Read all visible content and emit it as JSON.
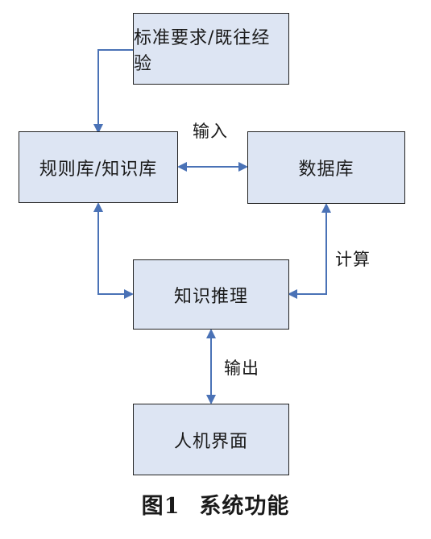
{
  "diagram": {
    "colors": {
      "node_fill": "#dde5f3",
      "node_border": "#222222",
      "connector": "#4a72b6"
    },
    "nodes": {
      "standards": "标准要求/既往经验",
      "knowledge_base": "规则库/知识库",
      "database": "数据库",
      "inference": "知识推理",
      "interface": "人机界面"
    },
    "edge_labels": {
      "input": "输入",
      "compute": "计算",
      "output": "输出"
    },
    "edges": [
      {
        "from": "standards",
        "to": "knowledge_base",
        "direction": "forward"
      },
      {
        "from": "knowledge_base",
        "to": "database",
        "label": "input",
        "direction": "both"
      },
      {
        "from": "knowledge_base",
        "to": "inference",
        "direction": "both"
      },
      {
        "from": "database",
        "to": "inference",
        "label": "compute",
        "direction": "both"
      },
      {
        "from": "inference",
        "to": "interface",
        "label": "output",
        "direction": "both"
      }
    ]
  },
  "caption": {
    "number": "图1",
    "title": "系统功能"
  }
}
